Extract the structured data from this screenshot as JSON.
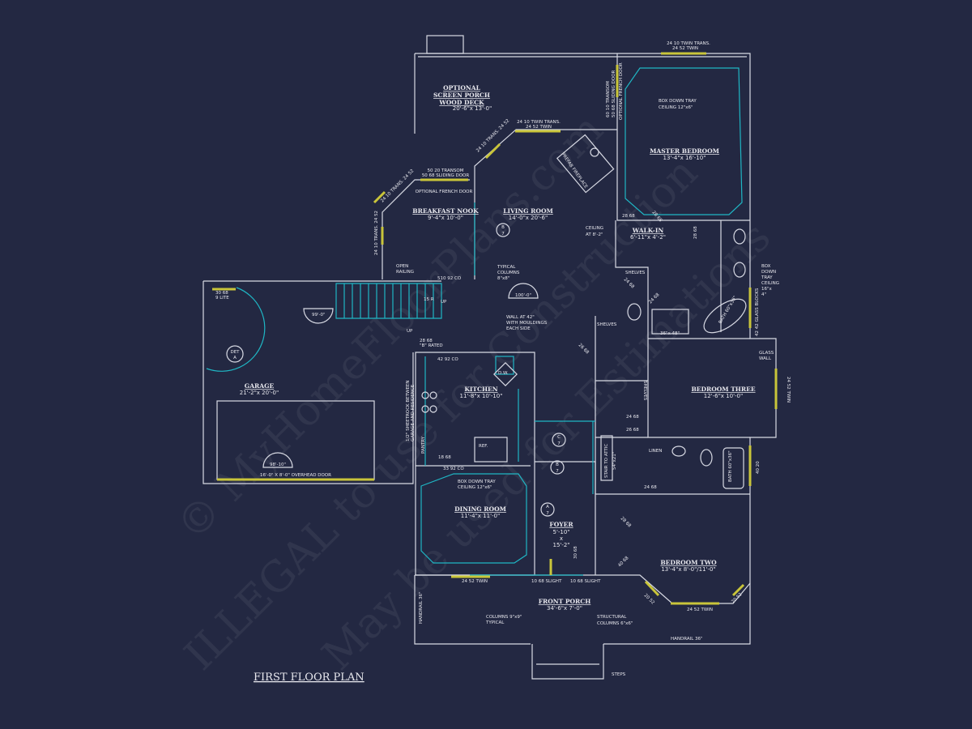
{
  "title": "FIRST FLOOR PLAN",
  "colors": {
    "background": "#232842",
    "walls": "#d8dae4",
    "interior": "#1fb6c4",
    "windows": "#c9c53a"
  },
  "watermark": [
    "© MyHomeFloorPlans.com",
    "ILLEGAL to use for Construction",
    "May be used for Estimations"
  ],
  "rooms": {
    "screen_porch": {
      "name1": "OPTIONAL",
      "name2": "SCREEN PORCH",
      "name3": "WOOD DECK",
      "dims": "20'-6\"x 13'-0\""
    },
    "master": {
      "name": "MASTER BEDROOM",
      "dims": "13'-4\"x 16'-10\""
    },
    "nook": {
      "name": "BREAKFAST NOOK",
      "dims": "9'-4\"x 10'-0\""
    },
    "living": {
      "name": "LIVING ROOM",
      "dims": "14'-0\"x 20'-6\""
    },
    "walkin": {
      "name": "WALK-IN",
      "dims": "6'-11\"x 4'-2\""
    },
    "garage": {
      "name": "GARAGE",
      "dims": "21'-2\"x 20'-0\""
    },
    "kitchen": {
      "name": "KITCHEN",
      "dims": "11'-8\"x 10'-10\""
    },
    "bed3": {
      "name": "BEDROOM THREE",
      "dims": "12'-6\"x 10'-0\""
    },
    "dining": {
      "name": "DINING ROOM",
      "dims": "11'-4\"x 11'-0\""
    },
    "foyer": {
      "name": "FOYER",
      "d1": "5'-10\"",
      "d2": "x",
      "d3": "15'-2\""
    },
    "bed2": {
      "name": "BEDROOM TWO",
      "dims": "13'-4\"x 8'-0\"/11'-0\""
    },
    "porch": {
      "name": "FRONT PORCH",
      "dims": "34'-6\"x 7'-0\""
    }
  },
  "notes": {
    "top_win1": "24 10 TWIN TRANS.",
    "top_win2": "24 52 TWIN",
    "liv_win1": "24 10 TWIN TRANS.",
    "liv_win2": "24 52 TWIN",
    "diag_win": "24 10 TRANS. 24 52",
    "transom1": "50 20 TRANSOM",
    "transom2": "50 68 SLIDING DOOR",
    "french": "OPTIONAL FRENCH DOOR",
    "master_door1": "60 10 TRANSOM",
    "master_door2": "50 68 SLIDING DOOR",
    "master_door3": "OPTIONAL FRENCH DOOR",
    "tray1": "BOX DOWN TRAY",
    "tray2": "CEILING 12\"x6\"",
    "fireplace": "PREFAB FIREPLACE",
    "nook_win": "24 10 TRANS. 24 52",
    "nook_diag": "24 10 TRANS. 24 52",
    "ceiling1": "CEILING",
    "ceiling2": "AT 8'-2\"",
    "d2868a": "28 68",
    "d2868b": "28 68",
    "d2868c": "28 68",
    "open1": "OPEN",
    "open2": "RAILING",
    "co510": "510 92 CO",
    "cols1": "TYPICAL",
    "cols2": "COLUMNS",
    "cols3": "8\"x8\"",
    "w100": "100'-0\"",
    "wall1": "WALL AT 42\"",
    "wall2": "WITH MOULDINGS",
    "wall3": "EACH SIDE",
    "stairs": "15 R",
    "up1": "UP",
    "up2": "UP",
    "gdoor1": "30 68",
    "gdoor2": "9 LITE",
    "g99": "99'-0\"",
    "det1": "DET",
    "det2": "A",
    "rated1": "28 68",
    "rated2": "\"B\" RATED",
    "co42": "42 92 CO",
    "dw": "D.W.",
    "sheetrock1": "1/2\" SHEETROCK BETWEEN",
    "sheetrock2": "GARAGE AND RESIDENCE",
    "pantry": "PANTRY",
    "d1868": "18 68",
    "ref": "REF.",
    "co33": "33 92 CO",
    "g98": "98'-10\"",
    "overhead": "16'-0\" X 8'-0\" OVERHEAD DOOR",
    "shelves1": "SHELVES",
    "shelves2": "SHELVES",
    "shelves3": "SHELVES",
    "d2468a": "24 68",
    "d2468b": "24 68",
    "d2468c": "24 68",
    "d2668a": "26 68",
    "d2668b": "26 68",
    "shower": "36\"x 48\"",
    "bathtub": "BATH 60\"x36\"",
    "glassblocks": "42 42 GLASS BLOCKS",
    "mbath_tray": [
      "BOX",
      "DOWN",
      "TRAY",
      "CEILING",
      "16\"x",
      "4\""
    ],
    "glasswall1": "GLASS",
    "glasswall2": "WALL",
    "bed3_win": "24 52 TWIN",
    "attic1": "STAIR TO ATTIC",
    "attic2": "54\"x21\"",
    "linen": "LINEN",
    "bath2": "BATH 60\"x36\"",
    "w4020": "40 20",
    "dining_win": "24 52 TWIN",
    "slight1": "10 68 SLIGHT",
    "slight2": "10 68 SLIGHT",
    "d3068": "30 68",
    "d4068": "40 68",
    "bay1": "20 52",
    "bay2": "24 52 TWIN",
    "bay3": "20 52",
    "handrail1": "HANDRAIL 36\"",
    "handrail2": "HANDRAIL 36\"",
    "colA1": "COLUMNS 9\"x9\"",
    "colA2": "TYPICAL",
    "colB1": "STRUCTURAL",
    "colB2": "COLUMNS 6\"x6\"",
    "steps": "STEPS",
    "sec_b": "B",
    "sec_c": "C",
    "sec_a": "A",
    "sec_num": "7"
  }
}
